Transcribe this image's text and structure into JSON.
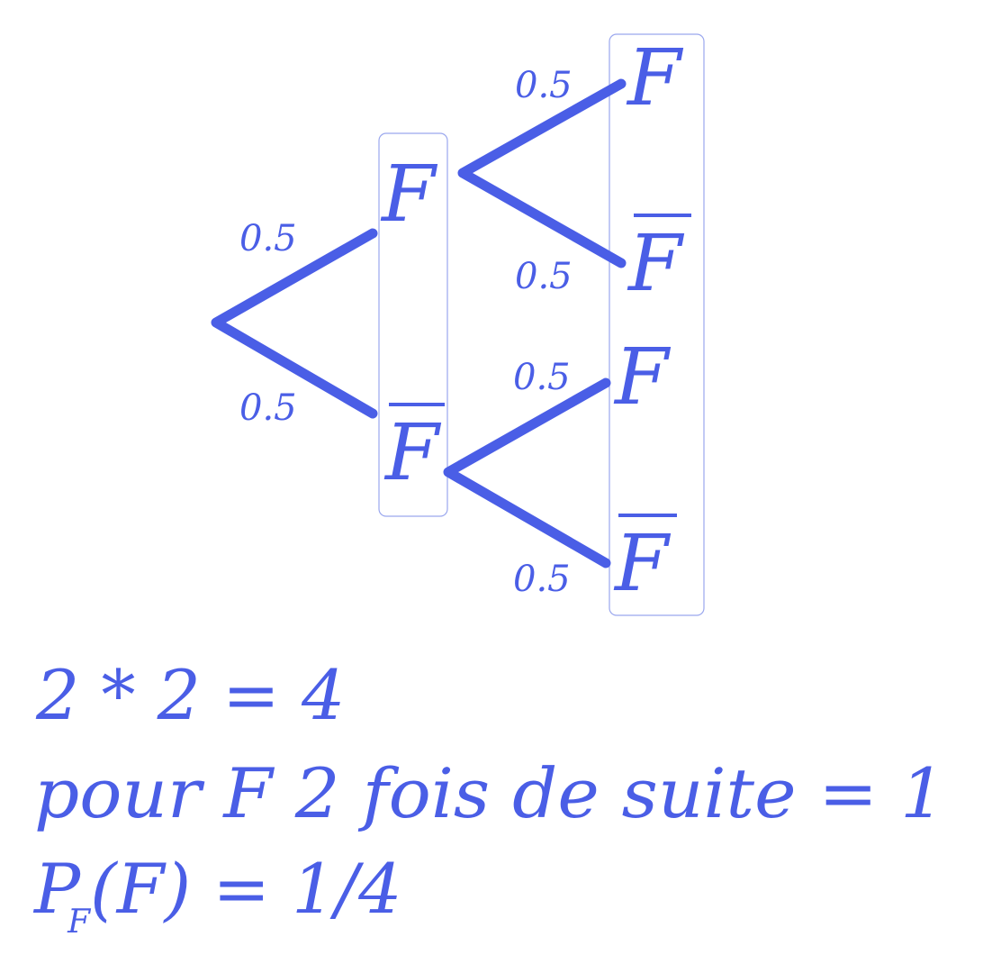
{
  "colors": {
    "ink": "#4a5ee6",
    "box": "#9aa7ee",
    "background": "#ffffff"
  },
  "tree": {
    "level1": {
      "top_label": "F",
      "bottom_label": "F",
      "bottom_overlined": true,
      "prob_top": "0.5",
      "prob_bottom": "0.5"
    },
    "level2_from_F": {
      "top_label": "F",
      "bottom_label": "F",
      "bottom_overlined": true,
      "prob_top": "0.5",
      "prob_bottom": "0.5"
    },
    "level2_from_not_F": {
      "top_label": "F",
      "bottom_label": "F",
      "bottom_overlined": true,
      "prob_top": "0.5",
      "prob_bottom": "0.5"
    }
  },
  "calculations": {
    "line1": "2 * 2 = 4",
    "line2": "pour F 2 fois de suite = 1",
    "line3_prefix": "P",
    "line3_subscript": "F",
    "line3_rest": "(F) = 1/4"
  }
}
